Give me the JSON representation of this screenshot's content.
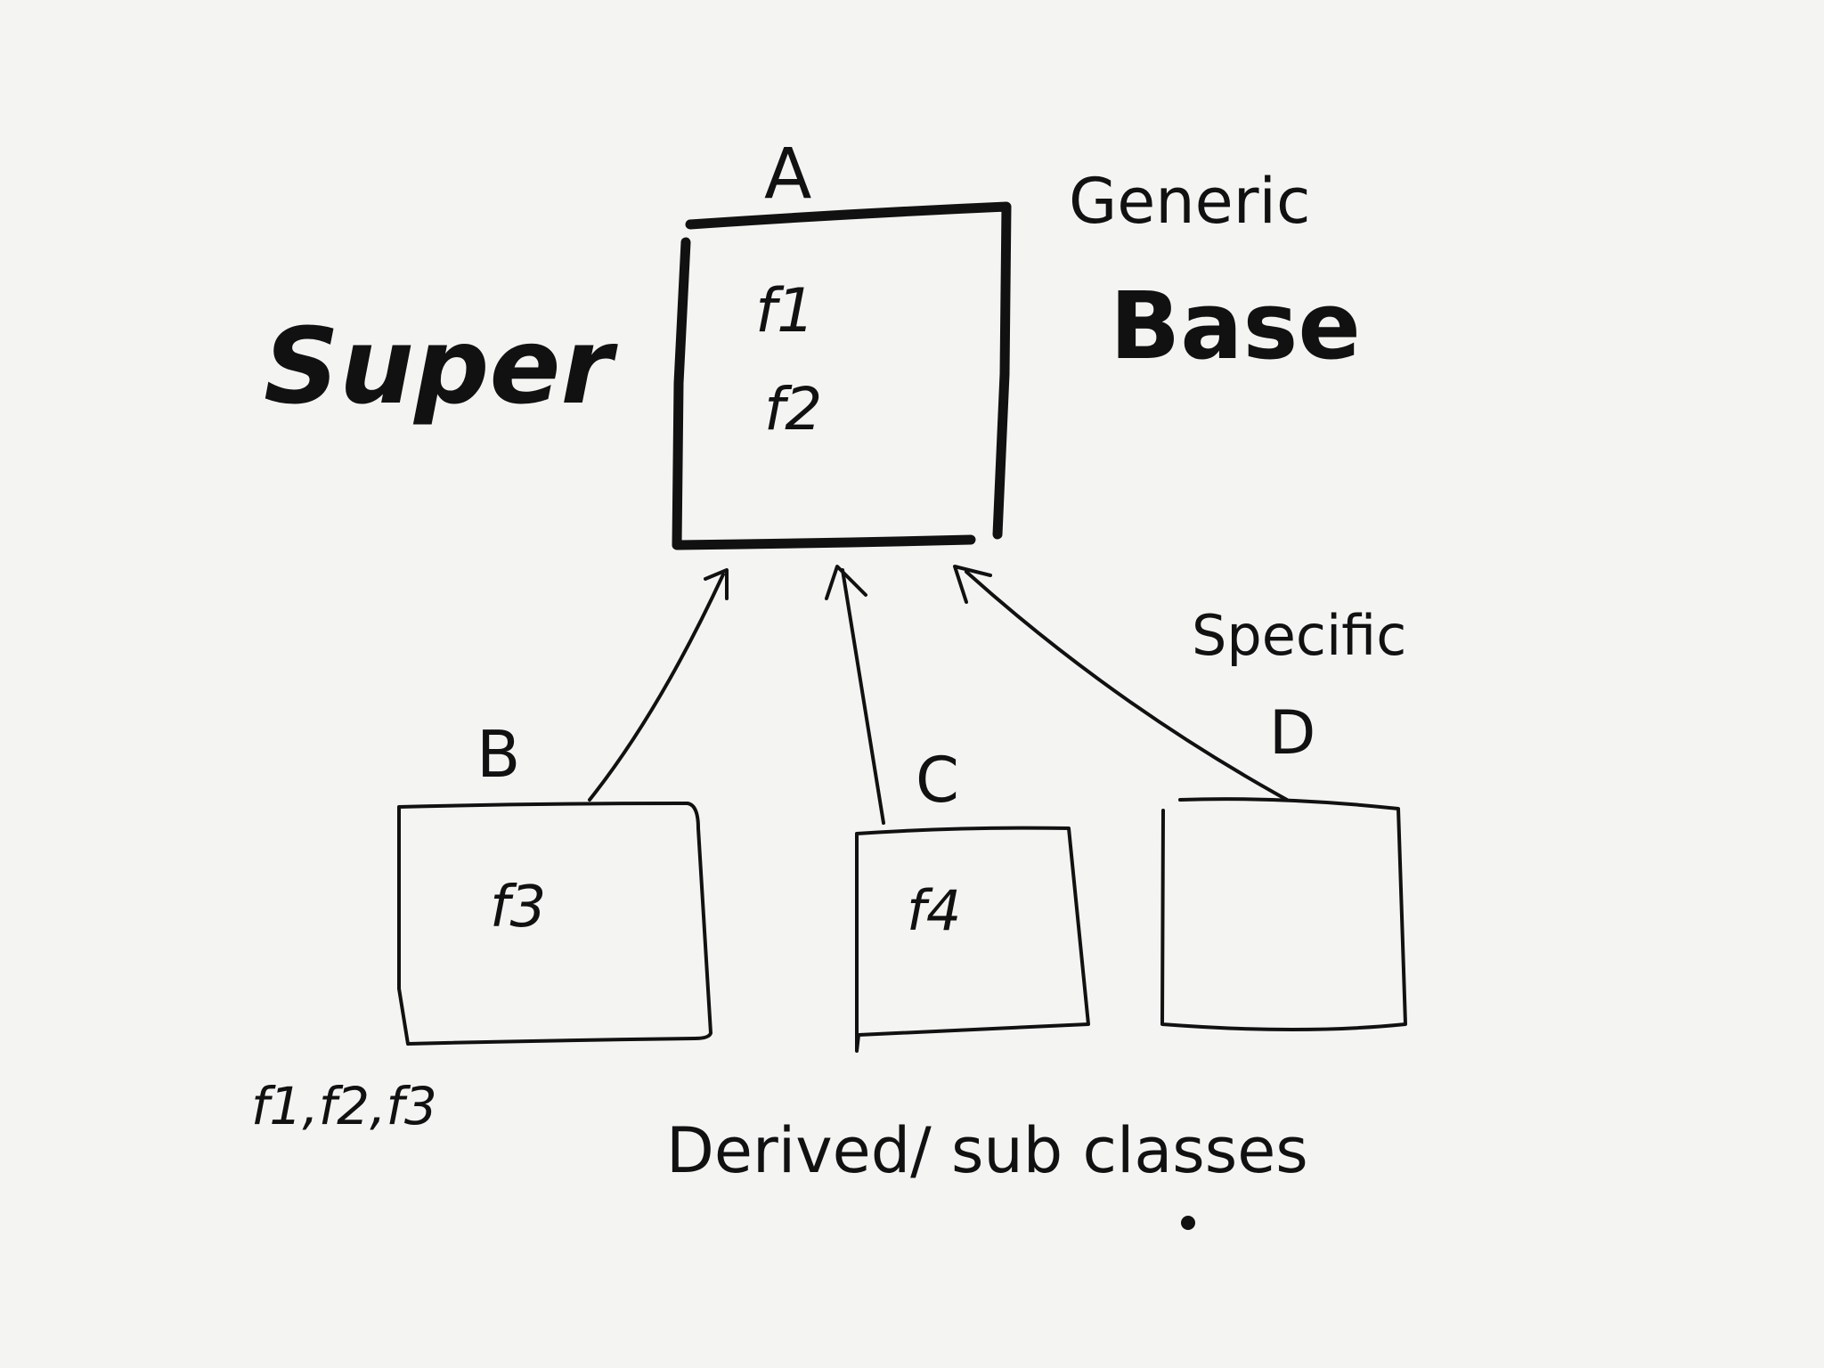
{
  "diagram": {
    "nodes": {
      "a": {
        "label": "A",
        "members": [
          "f1",
          "f2"
        ]
      },
      "b": {
        "label": "B",
        "members": [
          "f3"
        ],
        "inherited_note": "f1,f2,f3"
      },
      "c": {
        "label": "C",
        "members": [
          "f4"
        ]
      },
      "d": {
        "label": "D",
        "members": []
      }
    },
    "annotations": {
      "super": "Super",
      "generic": "Generic",
      "base": "Base",
      "specific": "Specific",
      "derived": "Derived/ sub classes"
    },
    "edges": [
      {
        "from": "B",
        "to": "A"
      },
      {
        "from": "C",
        "to": "A"
      },
      {
        "from": "D",
        "to": "A"
      }
    ],
    "colors": {
      "ink": "#111111",
      "paper": "#f4f4f2"
    }
  }
}
